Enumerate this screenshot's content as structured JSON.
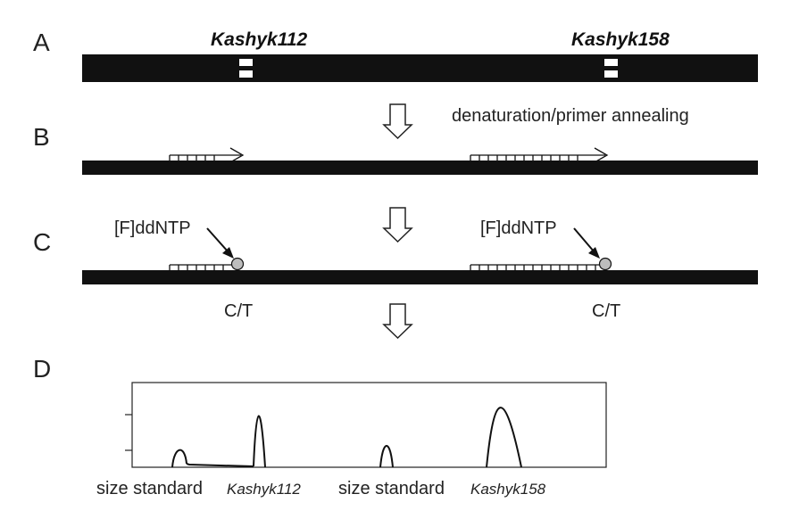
{
  "panels": {
    "a": "A",
    "b": "B",
    "c": "C",
    "d": "D"
  },
  "markers": {
    "left": "Kashyk112",
    "right": "Kashyk158"
  },
  "step_b_label": "denaturation/primer annealing",
  "ddntp": {
    "left": "[F]ddNTP",
    "right": "[F]ddNTP"
  },
  "alleles": {
    "left": "C/T",
    "right": "C/T"
  },
  "electropherogram": {
    "labels": [
      {
        "text": "size standard",
        "italic": false
      },
      {
        "text": "Kashyk112",
        "italic": true
      },
      {
        "text": "size standard",
        "italic": false
      },
      {
        "text": "Kashyk158",
        "italic": true
      }
    ]
  },
  "colors": {
    "dna": "#111111",
    "nucleotide_ball": "#bdbdbd"
  }
}
